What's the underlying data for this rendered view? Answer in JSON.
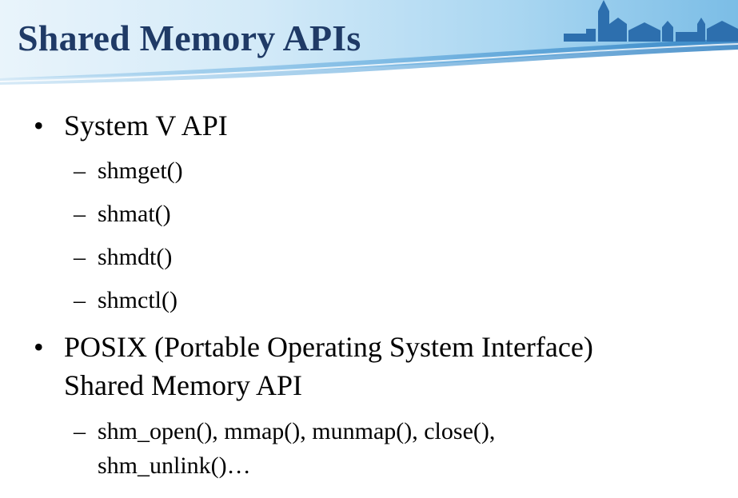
{
  "slide": {
    "title": "Shared Memory APIs",
    "bullets": [
      {
        "marker": "•",
        "text": "System V API",
        "subitems": [
          {
            "marker": "–",
            "text": "shmget()"
          },
          {
            "marker": "–",
            "text": "shmat()"
          },
          {
            "marker": "–",
            "text": "shmdt()"
          },
          {
            "marker": "–",
            "text": "shmctl()"
          }
        ]
      },
      {
        "marker": "•",
        "text_line1": "POSIX (Portable Operating System Interface)",
        "text_line2": "Shared Memory API",
        "subitems": [
          {
            "marker": "–",
            "text_line1": "shm_open(), mmap(), munmap(), close(),",
            "text_line2": "shm_unlink()…"
          }
        ]
      }
    ]
  },
  "colors": {
    "title": "#1f3a66",
    "text": "#000000",
    "band_light": "#d9ecf8",
    "band_mid": "#8fc7eb",
    "band_dark": "#2f7fc1",
    "skyline": "#2d6fae"
  }
}
